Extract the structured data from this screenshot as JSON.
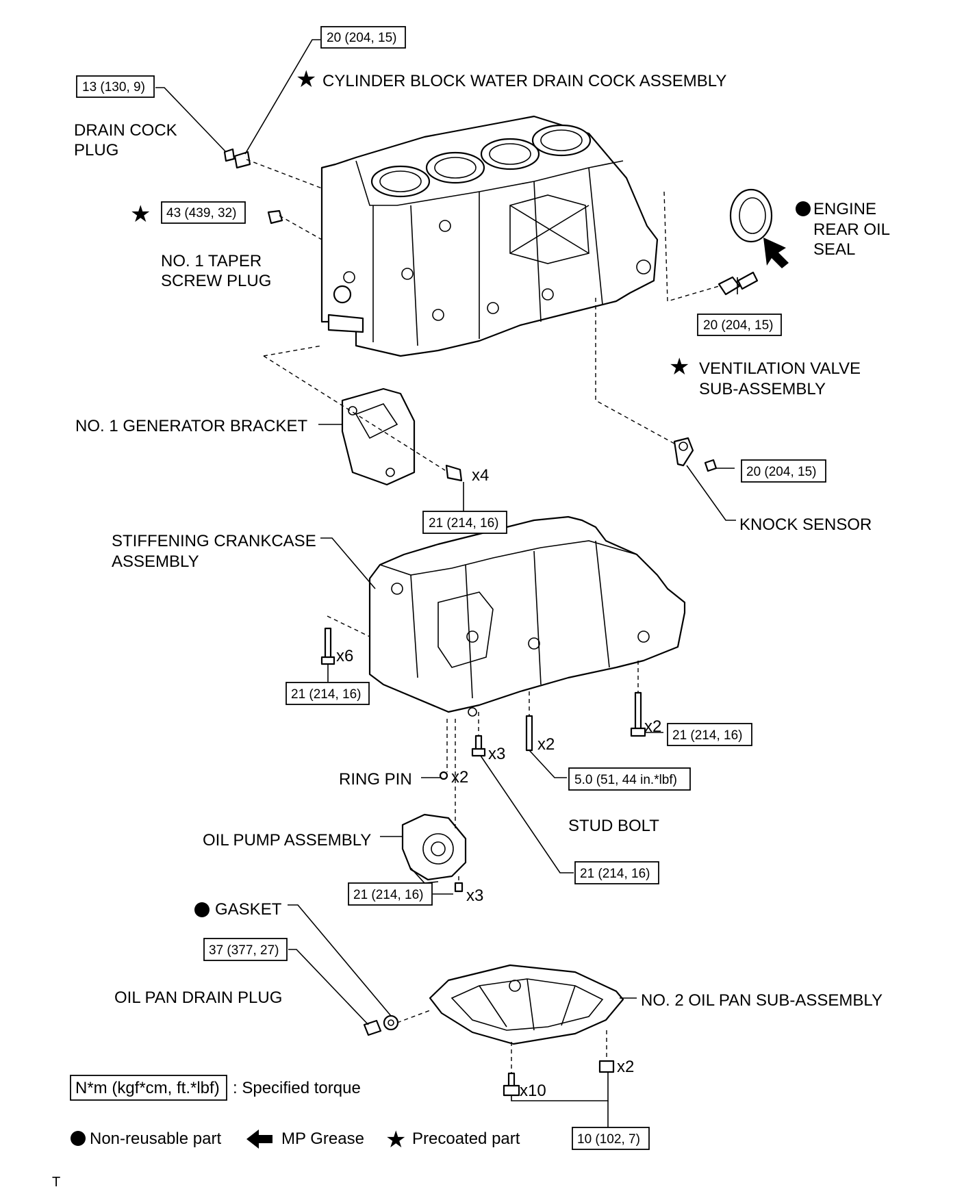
{
  "labels": {
    "drain_cock_assembly": "CYLINDER BLOCK WATER DRAIN COCK ASSEMBLY",
    "drain_cock_plug_1": "DRAIN COCK",
    "drain_cock_plug_2": "PLUG",
    "taper_screw_plug_1": "NO. 1 TAPER",
    "taper_screw_plug_2": "SCREW PLUG",
    "rear_oil_seal_1": "ENGINE",
    "rear_oil_seal_2": "REAR OIL",
    "rear_oil_seal_3": "SEAL",
    "ventilation_valve_1": "VENTILATION VALVE",
    "ventilation_valve_2": "SUB-ASSEMBLY",
    "generator_bracket": "NO. 1 GENERATOR BRACKET",
    "knock_sensor": "KNOCK SENSOR",
    "stiffening_crankcase_1": "STIFFENING CRANKCASE",
    "stiffening_crankcase_2": "ASSEMBLY",
    "ring_pin": "RING PIN",
    "stud_bolt": "STUD BOLT",
    "oil_pump": "OIL PUMP ASSEMBLY",
    "gasket": "GASKET",
    "oil_pan_drain_plug": "OIL PAN DRAIN PLUG",
    "oil_pan": "NO. 2 OIL PAN SUB-ASSEMBLY"
  },
  "torques": {
    "drain_cock_assembly": "20 (204, 15)",
    "drain_cock_plug": "13 (130, 9)",
    "taper_screw_plug": "43 (439, 32)",
    "ventilation_valve": "20 (204, 15)",
    "knock_sensor": "20 (204, 15)",
    "generator_bracket": "21 (214, 16)",
    "crankcase_left": "21 (214, 16)",
    "crankcase_right": "21 (214, 16)",
    "stud_bolt": "5.0 (51, 44 in.*lbf)",
    "crankcase_bottom": "21 (214, 16)",
    "oil_pump": "21 (214, 16)",
    "drain_plug": "37 (377, 27)",
    "oil_pan": "10 (102, 7)"
  },
  "quantities": {
    "generator_bracket_bolts": "x4",
    "crankcase_left_bolts": "x6",
    "crankcase_right_bolts": "x2",
    "crankcase_bottom_bolts": "x3",
    "stud_bolts": "x2",
    "ring_pins": "x2",
    "oil_pump_bolts": "x3",
    "oil_pan_bolts_a": "x10",
    "oil_pan_bolts_b": "x2"
  },
  "legend": {
    "torque_unit": "N*m (kgf*cm, ft.*lbf)",
    "torque_desc": ": Specified torque",
    "non_reusable": "Non-reusable part",
    "mp_grease": "MP Grease",
    "precoated": "Precoated part"
  },
  "footer_mark": "T"
}
